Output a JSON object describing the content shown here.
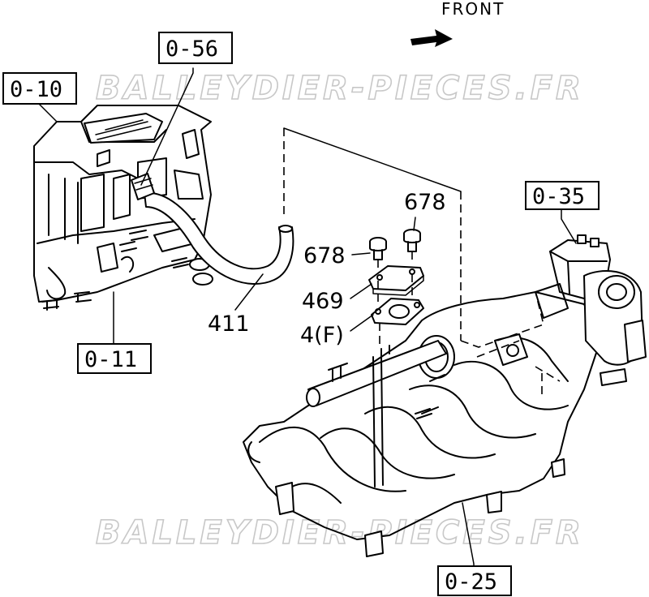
{
  "direction_label": "FRONT",
  "watermarks": [
    "BALLEYDIER-PIECES.FR",
    "BALLEYDIER-PIECES.FR"
  ],
  "reference_boxes": {
    "ref_0_10": "0-10",
    "ref_0_56": "0-56",
    "ref_0_35": "0-35",
    "ref_0_11": "0-11",
    "ref_0_25": "0-25"
  },
  "part_labels": {
    "part_678_top": "678",
    "part_678_left": "678",
    "part_469": "469",
    "part_4f": "4(F)",
    "part_411": "411"
  },
  "icons": [
    "front-arrow-icon"
  ]
}
